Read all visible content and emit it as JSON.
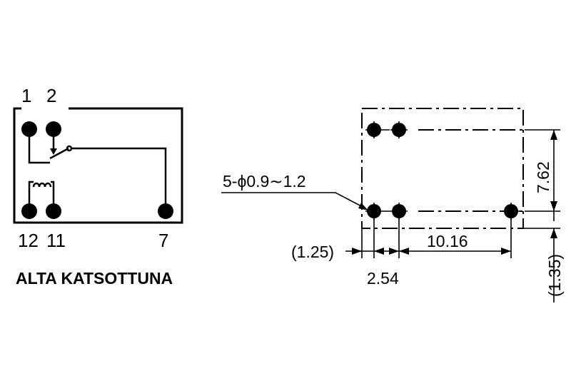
{
  "left_view": {
    "pin_labels_top": [
      "1",
      "2"
    ],
    "pin_labels_bottom": [
      "12",
      "11",
      "7"
    ],
    "caption": "ALTA KATSOTTUNA",
    "icons": [
      "pin-dot",
      "contact-switch-icon",
      "coil-icon"
    ]
  },
  "right_view": {
    "hole_spec": "5-ϕ0.9∼1.2",
    "dimensions": {
      "pitch_horizontal": "10.16",
      "pitch_small": "2.54",
      "offset_left": "(1.25)",
      "pitch_vertical": "7.62",
      "offset_bottom": "(1.35)"
    }
  },
  "colors": {
    "ink": "#000000",
    "background": "#ffffff"
  }
}
